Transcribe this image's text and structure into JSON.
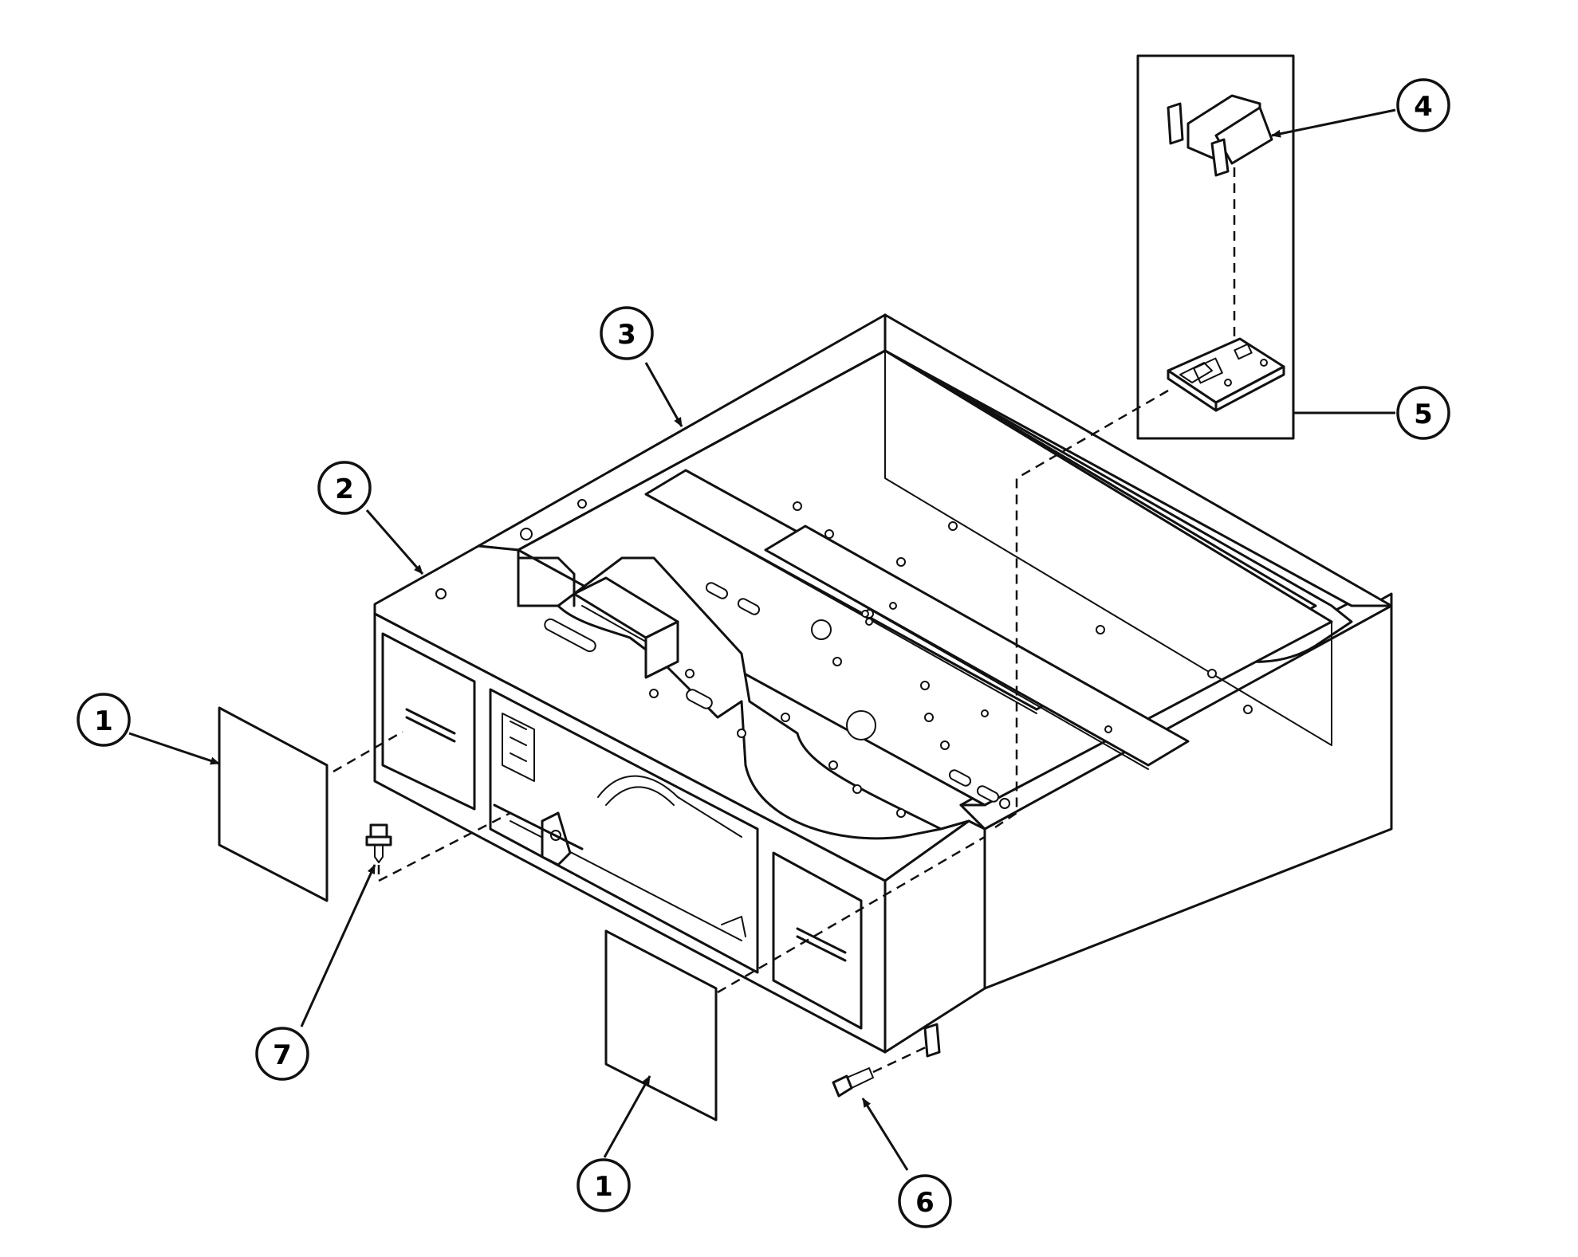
{
  "callouts": [
    {
      "id": "c1a",
      "label": "1"
    },
    {
      "id": "c1b",
      "label": "1"
    },
    {
      "id": "c2",
      "label": "2"
    },
    {
      "id": "c3",
      "label": "3"
    },
    {
      "id": "c4",
      "label": "4"
    },
    {
      "id": "c5",
      "label": "5"
    },
    {
      "id": "c6",
      "label": "6"
    },
    {
      "id": "c7",
      "label": "7"
    }
  ]
}
